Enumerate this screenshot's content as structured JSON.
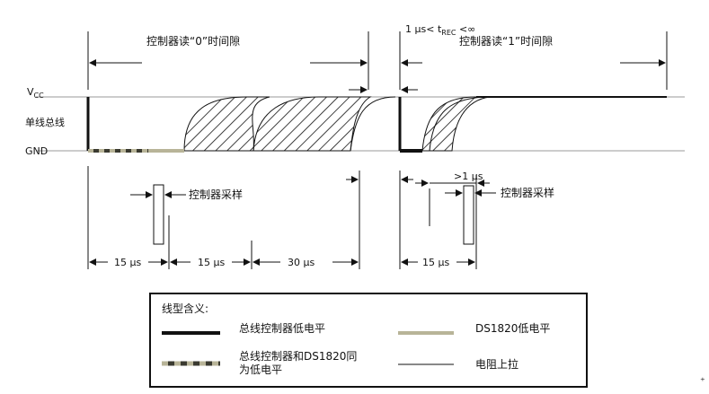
{
  "labels": {
    "vcc": "V",
    "vcc_sub": "CC",
    "bus": "单线总线",
    "gnd": "GND",
    "read0_slot": "控制器读“0”时间隙",
    "read1_slot": "控制器读“1”时间隙",
    "trec_prefix": "1 µs< t",
    "trec_sub": "REC",
    "trec_suffix": " <∞",
    "sample_left": "控制器采样",
    "sample_right": "控制器采样",
    "gt1us": ">1 µs"
  },
  "timings": {
    "t1": "15 µs",
    "t2": "15 µs",
    "t3": "30 µs",
    "t4": "15 µs"
  },
  "legend": {
    "title": "线型含义:",
    "items": [
      {
        "label": "总线控制器低电平",
        "style": "thick-black"
      },
      {
        "label": "DS1820低电平",
        "style": "thick-gray"
      },
      {
        "label_line1": "总线控制器和DS1820同",
        "label_line2": "为低电平",
        "style": "dashed-mixed"
      },
      {
        "label": "电阻上拉",
        "style": "thin-black"
      }
    ]
  },
  "colors": {
    "line": "#111111",
    "rail": "#9a9a9a",
    "ds_low": "#b8b498",
    "mixed_dark": "#3a3a30"
  },
  "watermark": "⁺"
}
